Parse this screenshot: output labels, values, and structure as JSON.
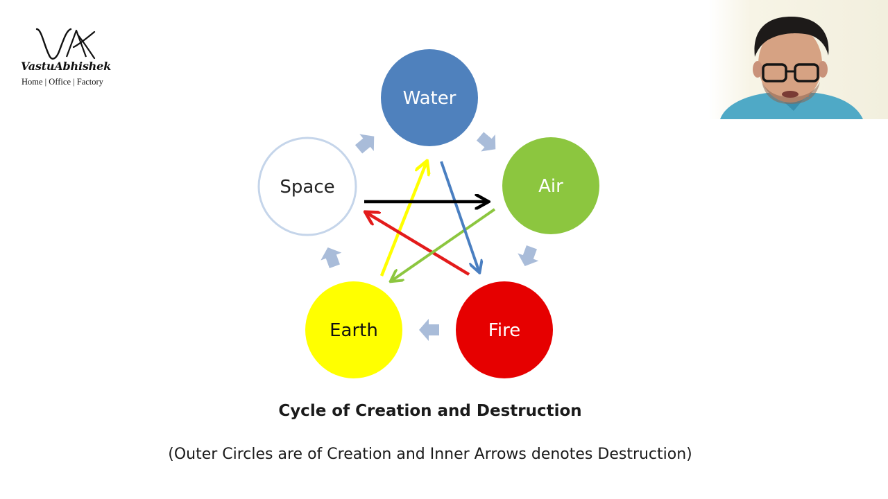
{
  "logo": {
    "brand": "VastuAbhishek",
    "tagline": "Home | Office | Factory",
    "mark_icon": "va-monogram-icon"
  },
  "diagram": {
    "nodes": [
      {
        "id": "water",
        "label": "Water",
        "fill": "#4f81bd",
        "text_color": "#ffffff"
      },
      {
        "id": "air",
        "label": "Air",
        "fill": "#8cc63f",
        "text_color": "#ffffff"
      },
      {
        "id": "fire",
        "label": "Fire",
        "fill": "#e60000",
        "text_color": "#ffffff"
      },
      {
        "id": "earth",
        "label": "Earth",
        "fill": "#ffff00",
        "text_color": "#111111"
      },
      {
        "id": "space",
        "label": "Space",
        "fill": "#ffffff",
        "stroke": "#c5d5ea",
        "text_color": "#222222"
      }
    ],
    "creation_cycle": [
      {
        "from": "water",
        "to": "air"
      },
      {
        "from": "air",
        "to": "fire"
      },
      {
        "from": "fire",
        "to": "earth"
      },
      {
        "from": "earth",
        "to": "space"
      },
      {
        "from": "space",
        "to": "water"
      }
    ],
    "creation_arrow_color": "#a9bcd9",
    "destruction_arrows": [
      {
        "from": "space",
        "to": "air",
        "color": "#000000"
      },
      {
        "from": "water",
        "to": "fire",
        "color": "#4a7fc1"
      },
      {
        "from": "air",
        "to": "earth",
        "color": "#8cc63f"
      },
      {
        "from": "fire",
        "to": "space",
        "color": "#e31b1b"
      },
      {
        "from": "earth",
        "to": "water",
        "color": "#ffff00"
      }
    ]
  },
  "caption": {
    "title": "Cycle of Creation and Destruction",
    "note": "(Outer Circles are of Creation and Inner Arrows denotes Destruction)"
  },
  "webcam": {
    "icon": "presenter-webcam-icon"
  }
}
